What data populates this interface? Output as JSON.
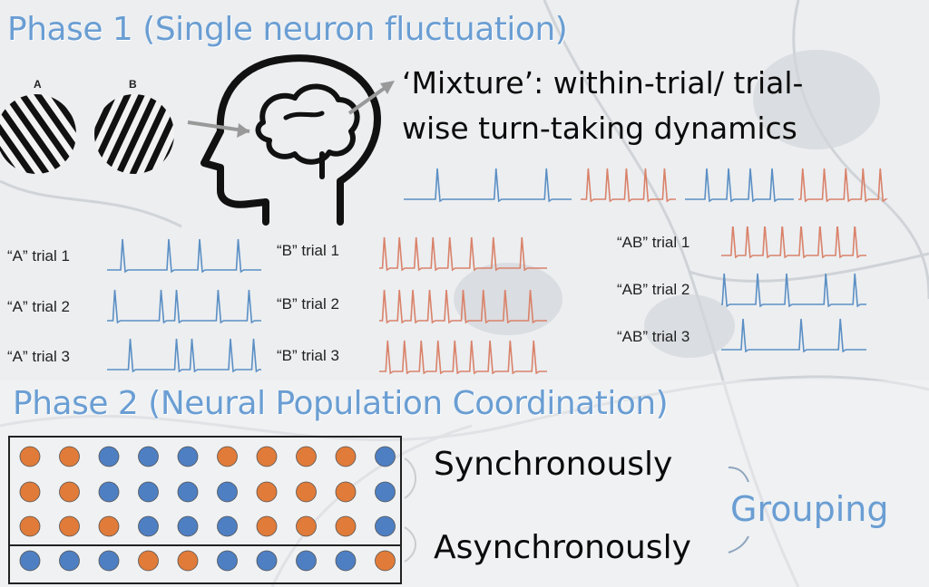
{
  "phase1": {
    "title": "Phase 1 (Single neuron fluctuation)",
    "grating_labels": [
      "A",
      "B"
    ],
    "mixture_text": [
      "‘Mixture’: within-trial/ trial-",
      "wise turn-taking dynamics"
    ],
    "trials": [
      {
        "label": "“A” trial 1",
        "color": "#5b8fc4"
      },
      {
        "label": "“A” trial 2",
        "color": "#5b8fc4"
      },
      {
        "label": "“A” trial 3",
        "color": "#5b8fc4"
      },
      {
        "label": "“B” trial 1",
        "color": "#d9826a"
      },
      {
        "label": "“B” trial 2",
        "color": "#d9826a"
      },
      {
        "label": "“B” trial 3",
        "color": "#d9826a"
      },
      {
        "label": "“AB” trial 1",
        "color": "#d9826a"
      },
      {
        "label": "“AB” trial 2",
        "color": "#5b8fc4"
      },
      {
        "label": "“AB” trial 3",
        "color": "#5b8fc4"
      }
    ]
  },
  "phase2": {
    "title": "Phase 2 (Neural Population Coordination)",
    "labels": {
      "sync": "Synchronously",
      "async": "Asynchronously",
      "grouping": "Grouping"
    },
    "grid": [
      [
        "o",
        "o",
        "b",
        "b",
        "b",
        "o",
        "o",
        "o",
        "o",
        "b"
      ],
      [
        "o",
        "o",
        "b",
        "b",
        "b",
        "b",
        "o",
        "o",
        "o",
        "b"
      ],
      [
        "o",
        "o",
        "o",
        "b",
        "b",
        "b",
        "o",
        "o",
        "o",
        "b"
      ],
      [
        "b",
        "b",
        "b",
        "o",
        "o",
        "b",
        "b",
        "b",
        "b",
        "o"
      ]
    ]
  },
  "colors": {
    "blue": "#4e7fc2",
    "orange": "#e07b39",
    "phase_title": "#6a9ed3"
  }
}
